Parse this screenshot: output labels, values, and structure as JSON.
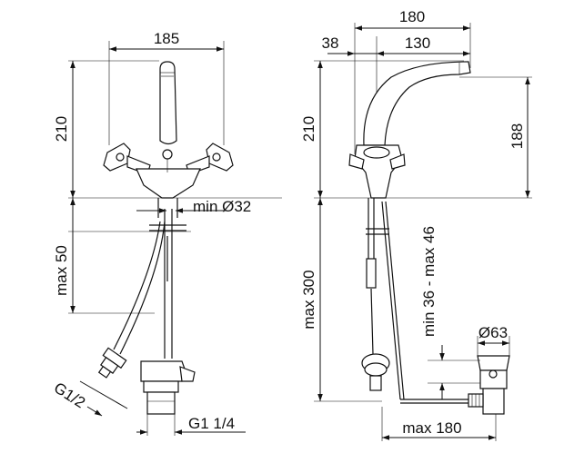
{
  "left_view": {
    "width_label": "185",
    "height_label": "210",
    "hole_label": "min Ø32",
    "deck_label": "max 50",
    "thread_side_label": "G1/2",
    "thread_bottom_label": "G1 1/4"
  },
  "right_view": {
    "total_width_label": "180",
    "offset_label": "38",
    "reach_label": "130",
    "height_label": "210",
    "spout_height_label": "188",
    "below_deck_label": "max 300",
    "rod_range_label": "min 36 - max 46",
    "waste_diameter_label": "Ø63",
    "rod_length_label": "max 180"
  }
}
